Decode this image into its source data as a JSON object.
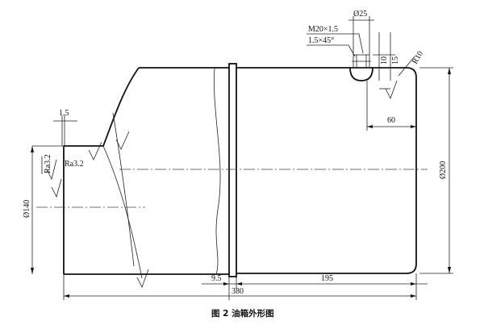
{
  "drawing": {
    "dimensions": {
      "d25": "Ø25",
      "thread": "M20×1.5",
      "chamfer": "1.5×45°",
      "h10": "10",
      "h15": "15",
      "r10": "R10",
      "d60": "60",
      "d200": "Ø200",
      "d140": "Ø140",
      "d1_5": "1.5",
      "ra_left": "Ra3.2",
      "ra_right": "Ra3.2",
      "d9_5": "9.5",
      "d195": "195",
      "d380": "380"
    },
    "caption": "图 2   油箱外形图"
  }
}
